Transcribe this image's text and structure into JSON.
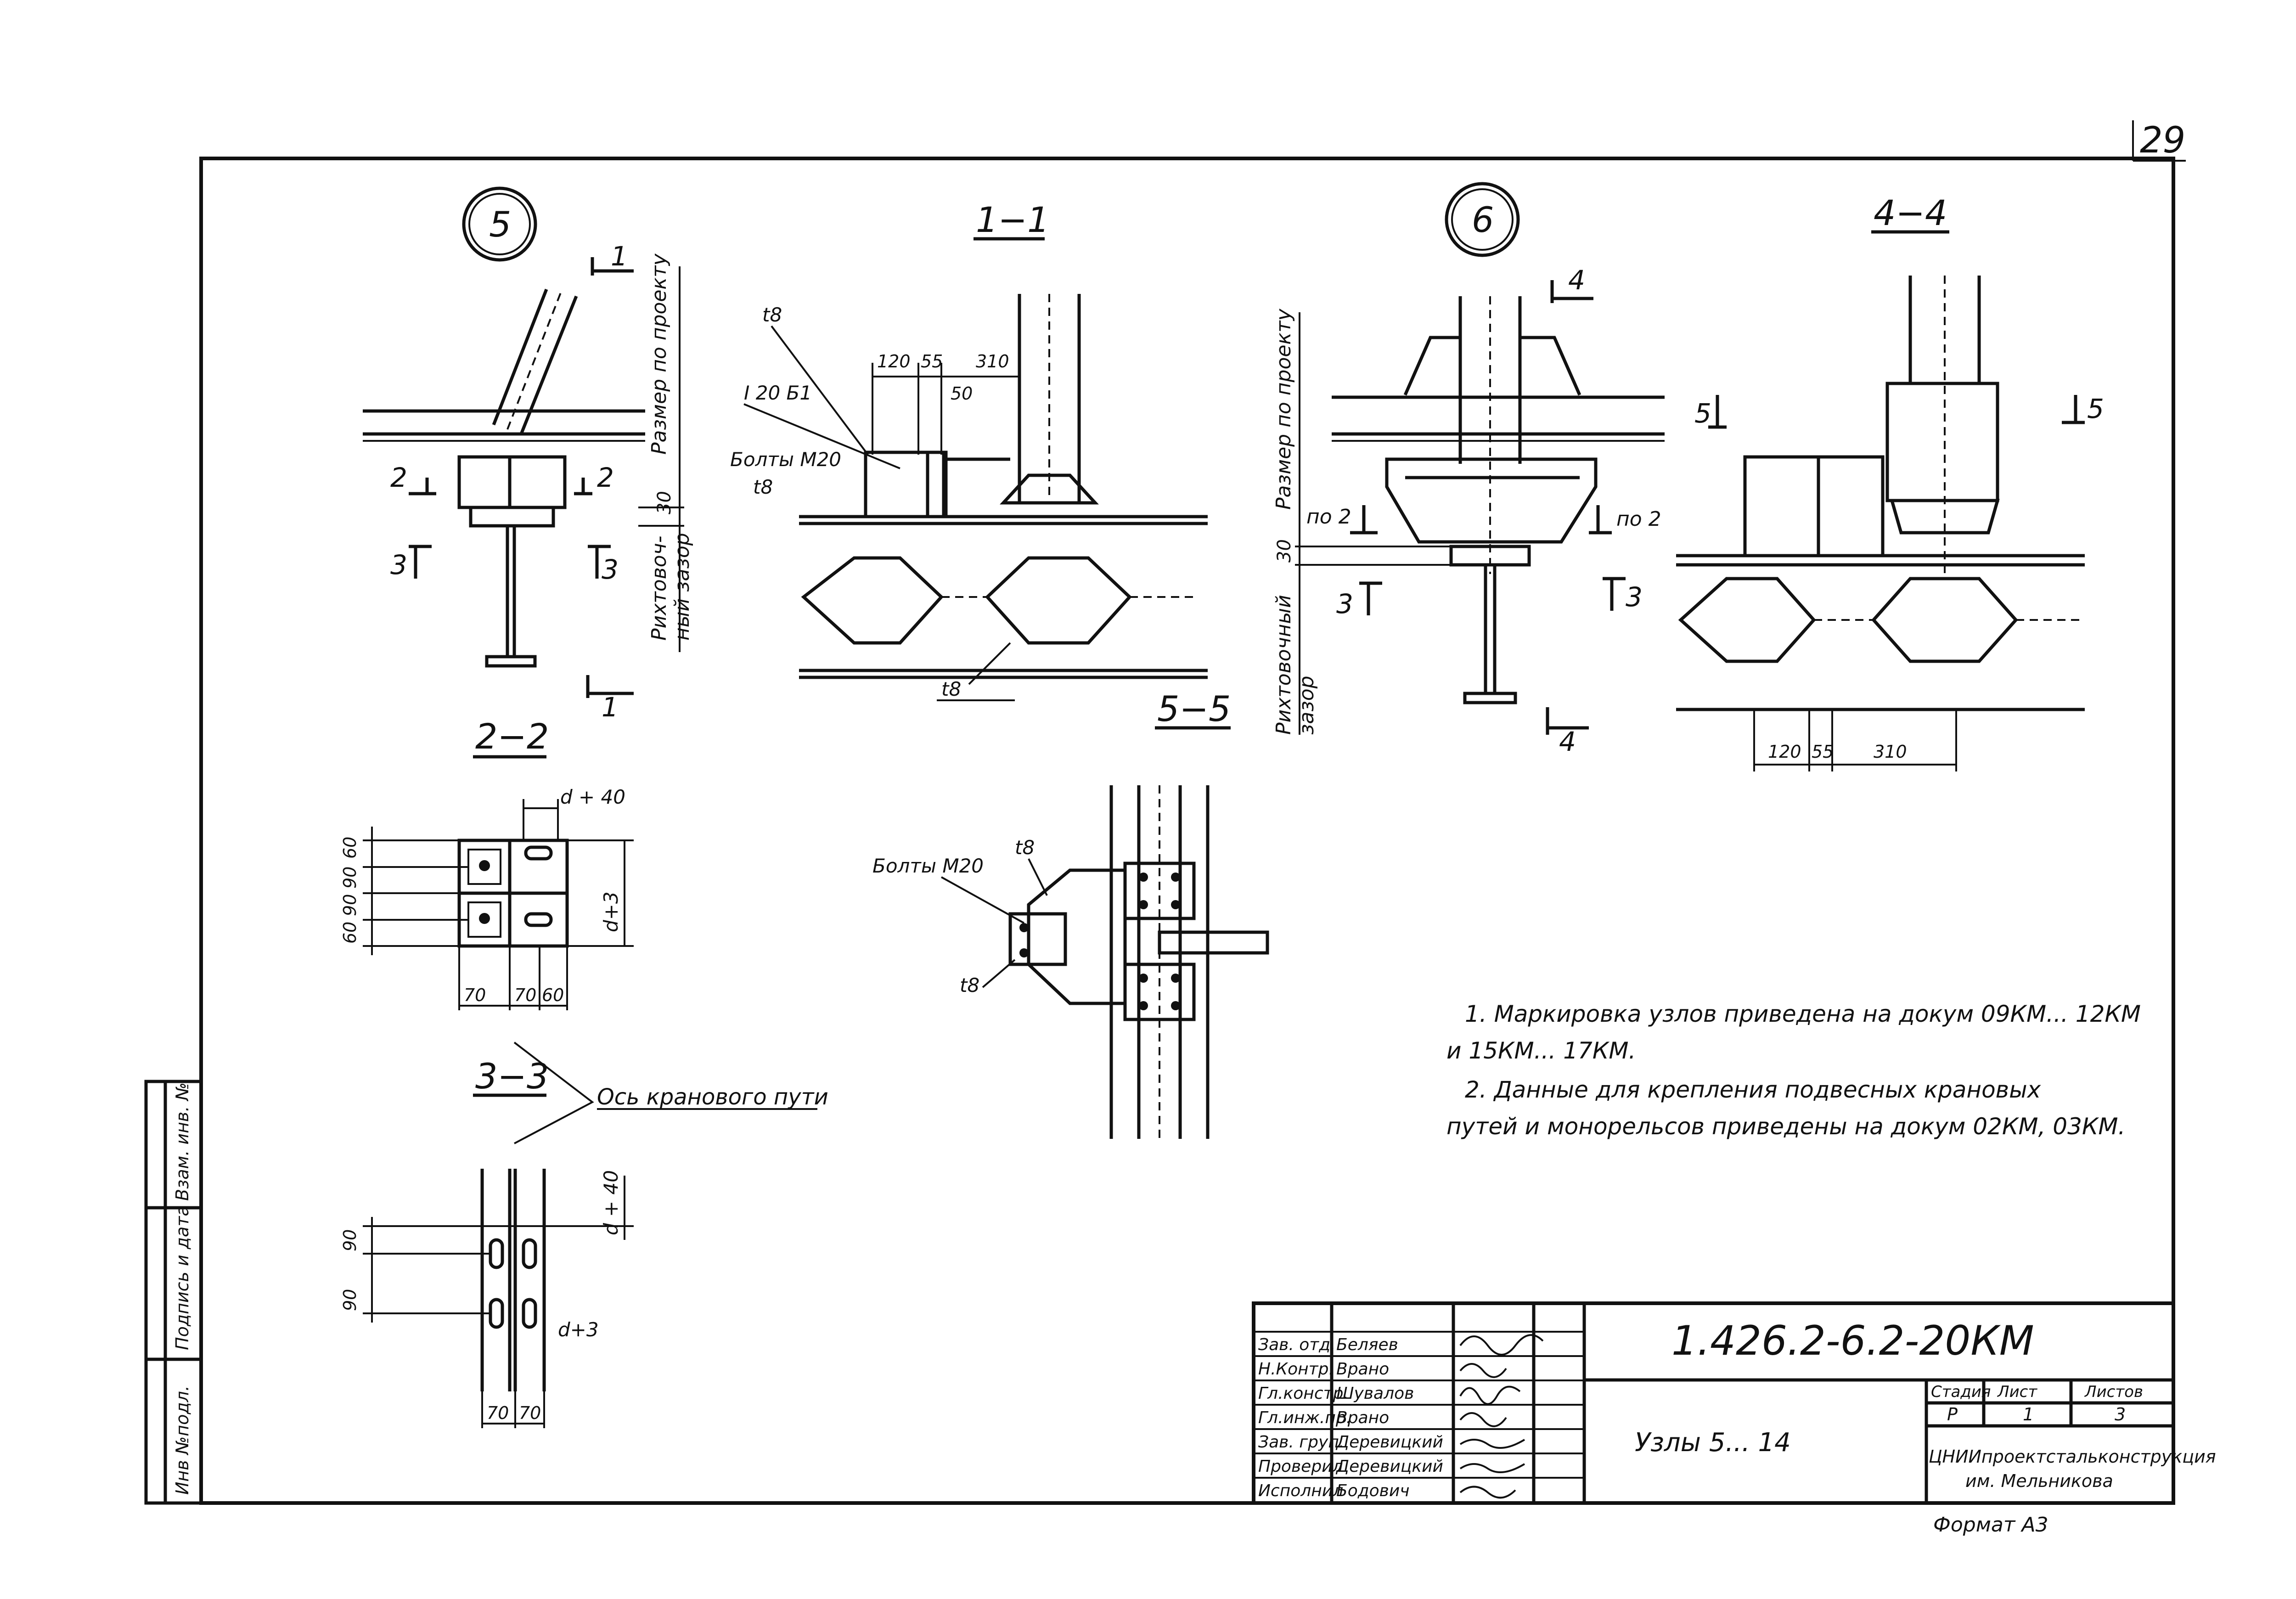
{
  "page_number": "29",
  "details": {
    "node5_label": "5",
    "node6_label": "6",
    "sec_11": "1−1",
    "sec_22": "2−2",
    "sec_33": "3−3",
    "sec_44": "4−4",
    "sec_55": "5−5",
    "mark_1": "1",
    "mark_2": "2",
    "mark_3": "3",
    "mark_4": "4",
    "mark_5": "5"
  },
  "node5": {
    "razmer": "Размер по проекту",
    "zazor1": "Рихтовоч-",
    "zazor2": "ный зазор",
    "dim_30": "30"
  },
  "sec11": {
    "t8": "t8",
    "profile": "I 20 Б1",
    "bolts": "Болты М20",
    "d120": "120",
    "d55": "55",
    "d310": "310",
    "d50": "50"
  },
  "node6": {
    "razmer": "Размер по проекту",
    "zazor1": "Рихтовочный",
    "zazor2": "зазор",
    "po2": "по 2",
    "dim_30": "30"
  },
  "sec44": {
    "d120": "120",
    "d55": "55",
    "d310": "310"
  },
  "sec22": {
    "d40": "d + 40",
    "d3": "d+3",
    "v60a": "60",
    "v90a": "90",
    "v90b": "90",
    "v60b": "60",
    "h70a": "70",
    "h70b": "70",
    "h60": "60"
  },
  "sec33": {
    "axis": "Ось кранового пути",
    "d40": "d + 40",
    "d3": "d+3",
    "v90a": "90",
    "v90b": "90",
    "h70a": "70",
    "h70b": "70"
  },
  "sec55": {
    "bolts": "Болты М20",
    "t8a": "t8",
    "t8b": "t8"
  },
  "notes": [
    "1. Маркировка  узлов  приведена на докум 09КМ... 12КМ",
    "и 15КМ... 17КМ.",
    "2. Данные  для  крепления  подвесных  крановых",
    "путей и монорельсов  приведены  на  докум  02КМ, 03КМ."
  ],
  "side_stamp": [
    "Инв №подл.",
    "Подпись и дата",
    "Взам. инв. №"
  ],
  "title_block": {
    "code": "1.426.2-6.2-20КМ",
    "title": "Узлы 5... 14",
    "rows": [
      {
        "role": "Зав. отд.",
        "name": "Беляев"
      },
      {
        "role": "Н.Контр.",
        "name": "Врано"
      },
      {
        "role": "Гл.констр.",
        "name": "Шувалов"
      },
      {
        "role": "Гл.инж.пр.",
        "name": "Врано"
      },
      {
        "role": "Зав. груп.",
        "name": "Деревицкий"
      },
      {
        "role": "Проверил",
        "name": "Деревицкий"
      },
      {
        "role": "Исполнил",
        "name": "Бодович"
      }
    ],
    "stage_h": "Стадия",
    "sheet_h": "Лист",
    "sheets_h": "Листов",
    "stage": "Р",
    "sheet": "1",
    "sheets": "3",
    "org1": "ЦНИИпроектстальконструкция",
    "org2": "им. Мельникова"
  },
  "format": "Формат А3"
}
